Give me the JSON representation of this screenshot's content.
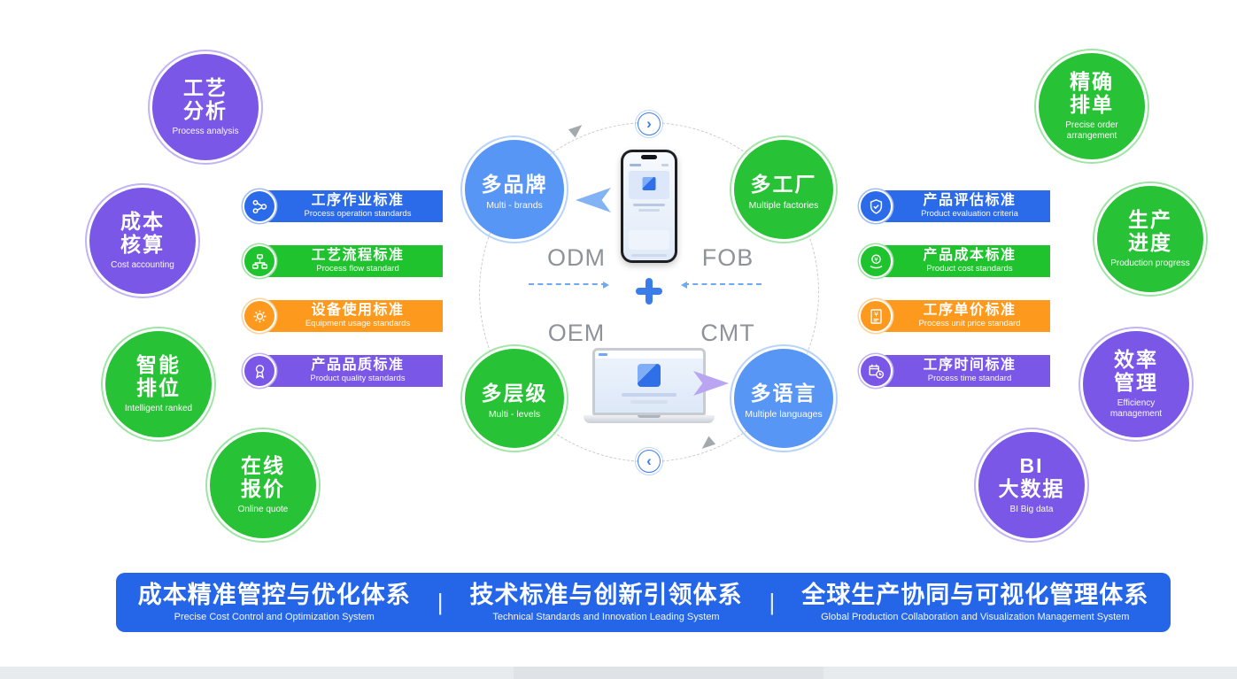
{
  "page": {
    "background": "#ffffff",
    "accent_blue": "#3B7CEB"
  },
  "feature_circles": {
    "left": [
      {
        "line1": "工艺",
        "line2": "分析",
        "subtitle": "Process analysis",
        "color": "#7A57E6"
      },
      {
        "line1": "成本",
        "line2": "核算",
        "subtitle": "Cost accounting",
        "color": "#7A57E6"
      },
      {
        "line1": "智能",
        "line2": "排位",
        "subtitle": "Intelligent ranked",
        "color": "#27C235"
      },
      {
        "line1": "在线",
        "line2": "报价",
        "subtitle": "Online quote",
        "color": "#27C235"
      }
    ],
    "right": [
      {
        "line1": "精确",
        "line2": "排单",
        "subtitle": "Precise order arrangement",
        "color": "#27C235"
      },
      {
        "line1": "生产",
        "line2": "进度",
        "subtitle": "Production progress",
        "color": "#27C235"
      },
      {
        "line1": "效率",
        "line2": "管理",
        "subtitle": "Efficiency management",
        "color": "#7A57E6"
      },
      {
        "line1": "BI",
        "line2": "大数据",
        "subtitle": "BI Big data",
        "color": "#7A57E6"
      }
    ]
  },
  "standards": {
    "left": [
      {
        "title": "工序作业标准",
        "subtitle": "Process operation standards",
        "color": "#2B6AE8",
        "icon": "workflow-nodes-icon"
      },
      {
        "title": "工艺流程标准",
        "subtitle": "Process flow standard",
        "color": "#1FC32E",
        "icon": "flowchart-icon"
      },
      {
        "title": "设备使用标准",
        "subtitle": "Equipment usage standards",
        "color": "#FD9A1E",
        "icon": "gear-icon"
      },
      {
        "title": "产品品质标准",
        "subtitle": "Product quality standards",
        "color": "#7A57E6",
        "icon": "medal-icon"
      }
    ],
    "right": [
      {
        "title": "产品评估标准",
        "subtitle": "Product evaluation criteria",
        "color": "#2B6AE8",
        "icon": "shield-check-icon"
      },
      {
        "title": "产品成本标准",
        "subtitle": "Product cost standards",
        "color": "#1FC32E",
        "icon": "coin-hand-icon"
      },
      {
        "title": "工序单价标准",
        "subtitle": "Process unit price standard",
        "color": "#FD9A1E",
        "icon": "price-doc-icon"
      },
      {
        "title": "工序时间标准",
        "subtitle": "Process time standard",
        "color": "#7A57E6",
        "icon": "calendar-clock-icon"
      }
    ]
  },
  "hub": {
    "nodes": [
      {
        "title": "多品牌",
        "subtitle": "Multi - brands",
        "color": "#5796F5"
      },
      {
        "title": "多工厂",
        "subtitle": "Multiple factories",
        "color": "#27C235"
      },
      {
        "title": "多层级",
        "subtitle": "Multi - levels",
        "color": "#27C235"
      },
      {
        "title": "多语言",
        "subtitle": "Multiple languages",
        "color": "#5796F5"
      }
    ],
    "modes": [
      {
        "label": "ODM"
      },
      {
        "label": "FOB"
      },
      {
        "label": "OEM"
      },
      {
        "label": "CMT"
      }
    ],
    "icons": {
      "chevron_top": "›",
      "chevron_bottom": "‹"
    }
  },
  "footer_banner": {
    "background": "#2566E8",
    "divider": "|",
    "items": [
      {
        "title": "成本精准管控与优化体系",
        "subtitle": "Precise Cost Control and Optimization System"
      },
      {
        "title": "技术标准与创新引领体系",
        "subtitle": "Technical Standards and Innovation Leading System"
      },
      {
        "title": "全球生产协同与可视化管理体系",
        "subtitle": "Global Production Collaboration and Visualization Management System"
      }
    ]
  }
}
